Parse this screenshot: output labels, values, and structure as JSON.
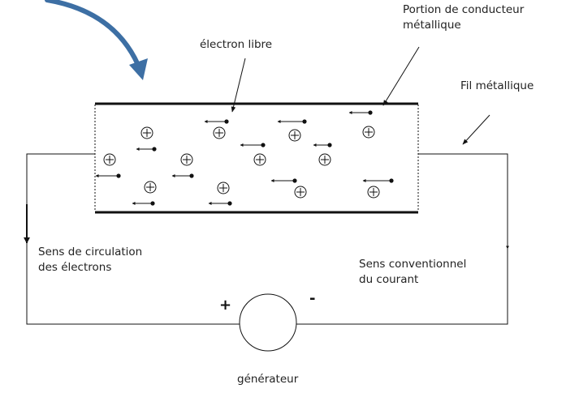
{
  "labels": {
    "conductor": [
      "Portion de conducteur",
      "métallique"
    ],
    "free_electron": "électron libre",
    "wire": "Fil métallique",
    "electron_flow": [
      "Sens de circulation",
      "des électrons"
    ],
    "conventional_current": [
      "Sens conventionnel",
      "du courant"
    ],
    "generator": "générateur",
    "plus": "+",
    "minus": "-"
  },
  "colors": {
    "line": "#111111",
    "motion_arrow": "#3d6fa4"
  },
  "icons": {
    "ion": "circled-plus",
    "electron": "dot-with-left-arrow"
  }
}
